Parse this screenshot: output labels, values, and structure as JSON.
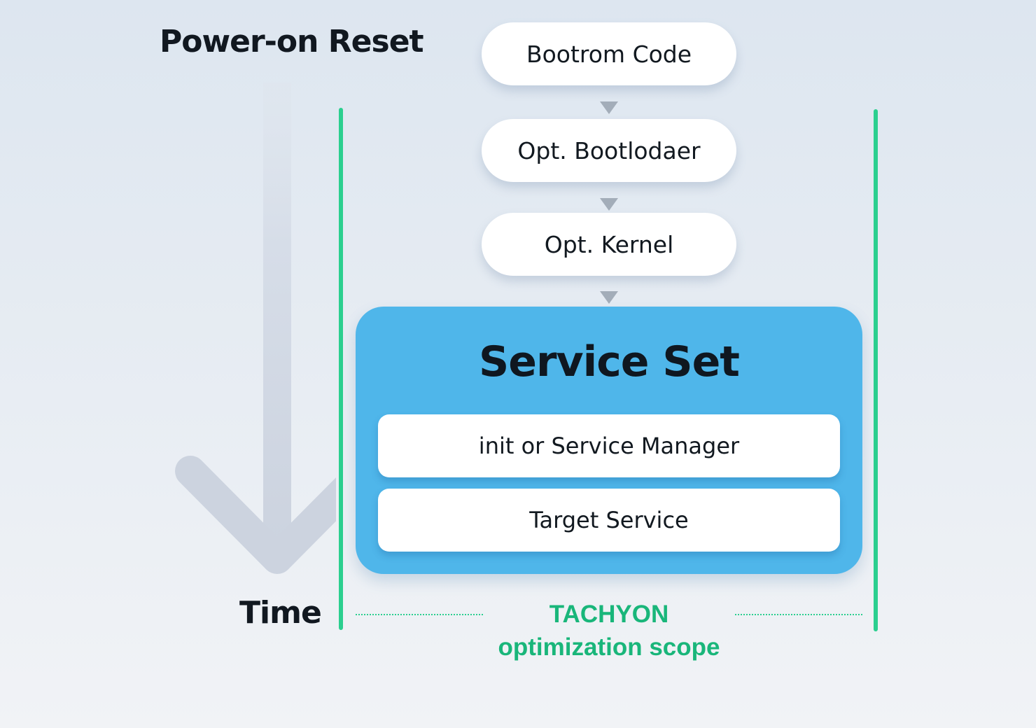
{
  "header": {
    "power_on_reset": "Power-on Reset"
  },
  "timeline": {
    "time_label": "Time"
  },
  "boot_stages": [
    {
      "label": "Bootrom Code"
    },
    {
      "label": "Opt. Bootlodaer"
    },
    {
      "label": "Opt. Kernel"
    }
  ],
  "service_set": {
    "title": "Service Set",
    "items": [
      {
        "label": "init or Service Manager"
      },
      {
        "label": "Target Service"
      }
    ]
  },
  "scope": {
    "line1": "TACHYON",
    "line2": "optimization scope"
  },
  "colors": {
    "scope_green": "#2bcf8f",
    "scope_text_green": "#19b67a",
    "service_set_blue": "#4fb6ea",
    "time_arrow_gray": "#cfd6e2",
    "flow_arrow_gray": "#a3adb9"
  }
}
